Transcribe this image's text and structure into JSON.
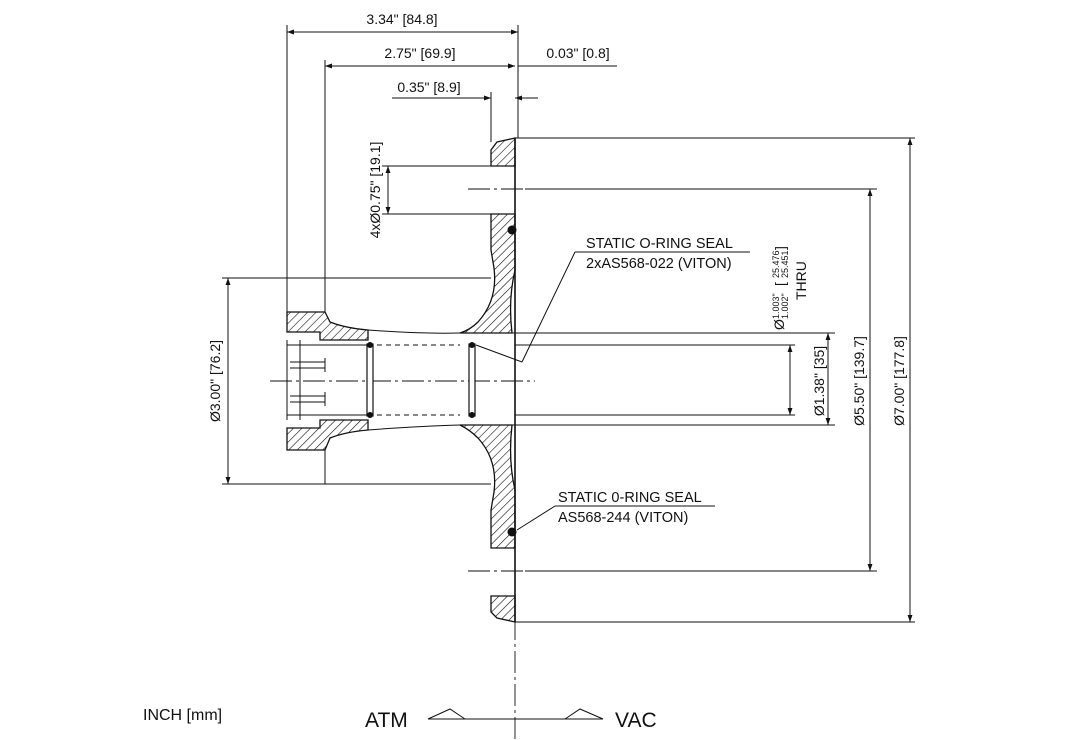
{
  "units_label": "INCH [mm]",
  "dimensions": {
    "overall_length": "3.34\" [84.8]",
    "length_to_flange": "2.75\" [69.9]",
    "flange_thickness": "0.35\" [8.9]",
    "face_offset": "0.03\" [0.8]",
    "bolt_holes": "4xØ0.75\" [19.1]",
    "atm_diameter": "Ø3.00\" [76.2]",
    "bore_diameter": "Ø1.38\" [35]",
    "bolt_circle": "Ø5.50\" [139.7]",
    "flange_diameter": "Ø7.00\" [177.8]",
    "thru_diameter_prefix": "Ø",
    "thru_diameter_upper_in": "1.003\"",
    "thru_diameter_lower_in": "1.002\"",
    "thru_diameter_upper_mm": "25.476",
    "thru_diameter_lower_mm": "25.451",
    "thru_label": "THRU"
  },
  "callouts": {
    "oring_shaft_title": "STATIC O-RING SEAL",
    "oring_shaft_spec": "2xAS568-022 (VITON)",
    "oring_flange_title": "STATIC 0-RING SEAL",
    "oring_flange_spec": "AS568-244 (VITON)"
  },
  "sides": {
    "atm": "ATM",
    "vac": "VAC"
  }
}
